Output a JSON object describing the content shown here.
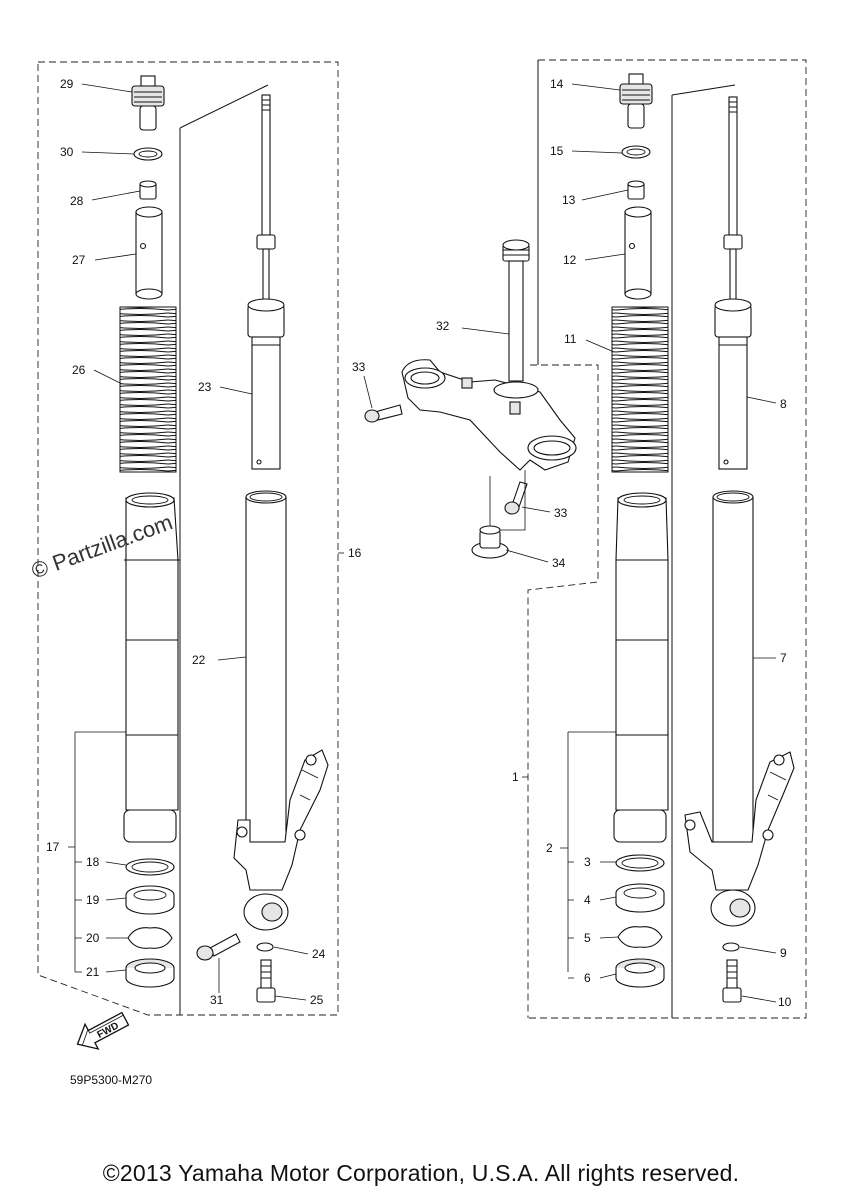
{
  "watermark": "© Partzilla.com",
  "drawing_code": "59P5300-M270",
  "copyright": "©2013 Yamaha Motor Corporation, U.S.A. All rights reserved.",
  "fwd_label": "FWD",
  "callouts": {
    "c1": "1",
    "c2": "2",
    "c3": "3",
    "c4": "4",
    "c5": "5",
    "c6": "6",
    "c7": "7",
    "c8": "8",
    "c9": "9",
    "c10": "10",
    "c11": "11",
    "c12": "12",
    "c13": "13",
    "c14": "14",
    "c15": "15",
    "c16": "16",
    "c17": "17",
    "c18": "18",
    "c19": "19",
    "c20": "20",
    "c21": "21",
    "c22": "22",
    "c23": "23",
    "c24": "24",
    "c25": "25",
    "c26": "26",
    "c27": "27",
    "c28": "28",
    "c29": "29",
    "c30": "30",
    "c31": "31",
    "c32": "32",
    "c33a": "33",
    "c33b": "33",
    "c34": "34"
  }
}
